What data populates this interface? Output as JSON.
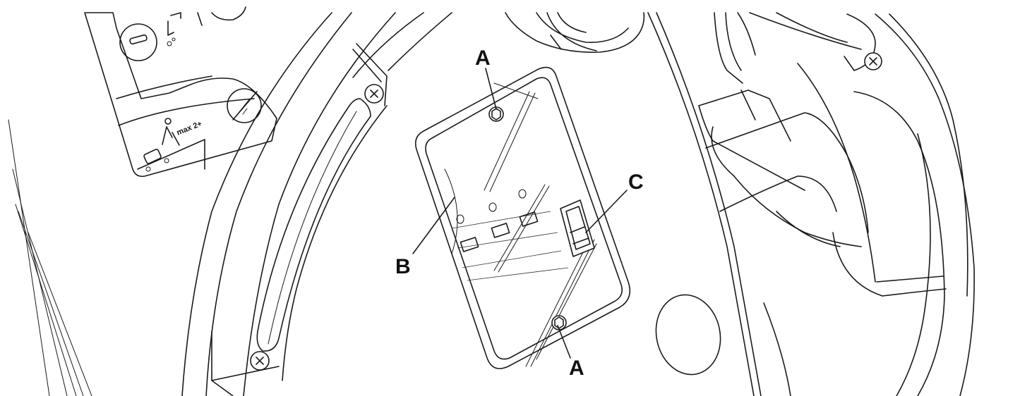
{
  "diagram": {
    "callouts": [
      {
        "id": "a-top",
        "label": "A"
      },
      {
        "id": "b",
        "label": "B"
      },
      {
        "id": "c",
        "label": "C"
      },
      {
        "id": "a-bottom",
        "label": "A"
      }
    ],
    "sticker_text": "max 2+"
  }
}
